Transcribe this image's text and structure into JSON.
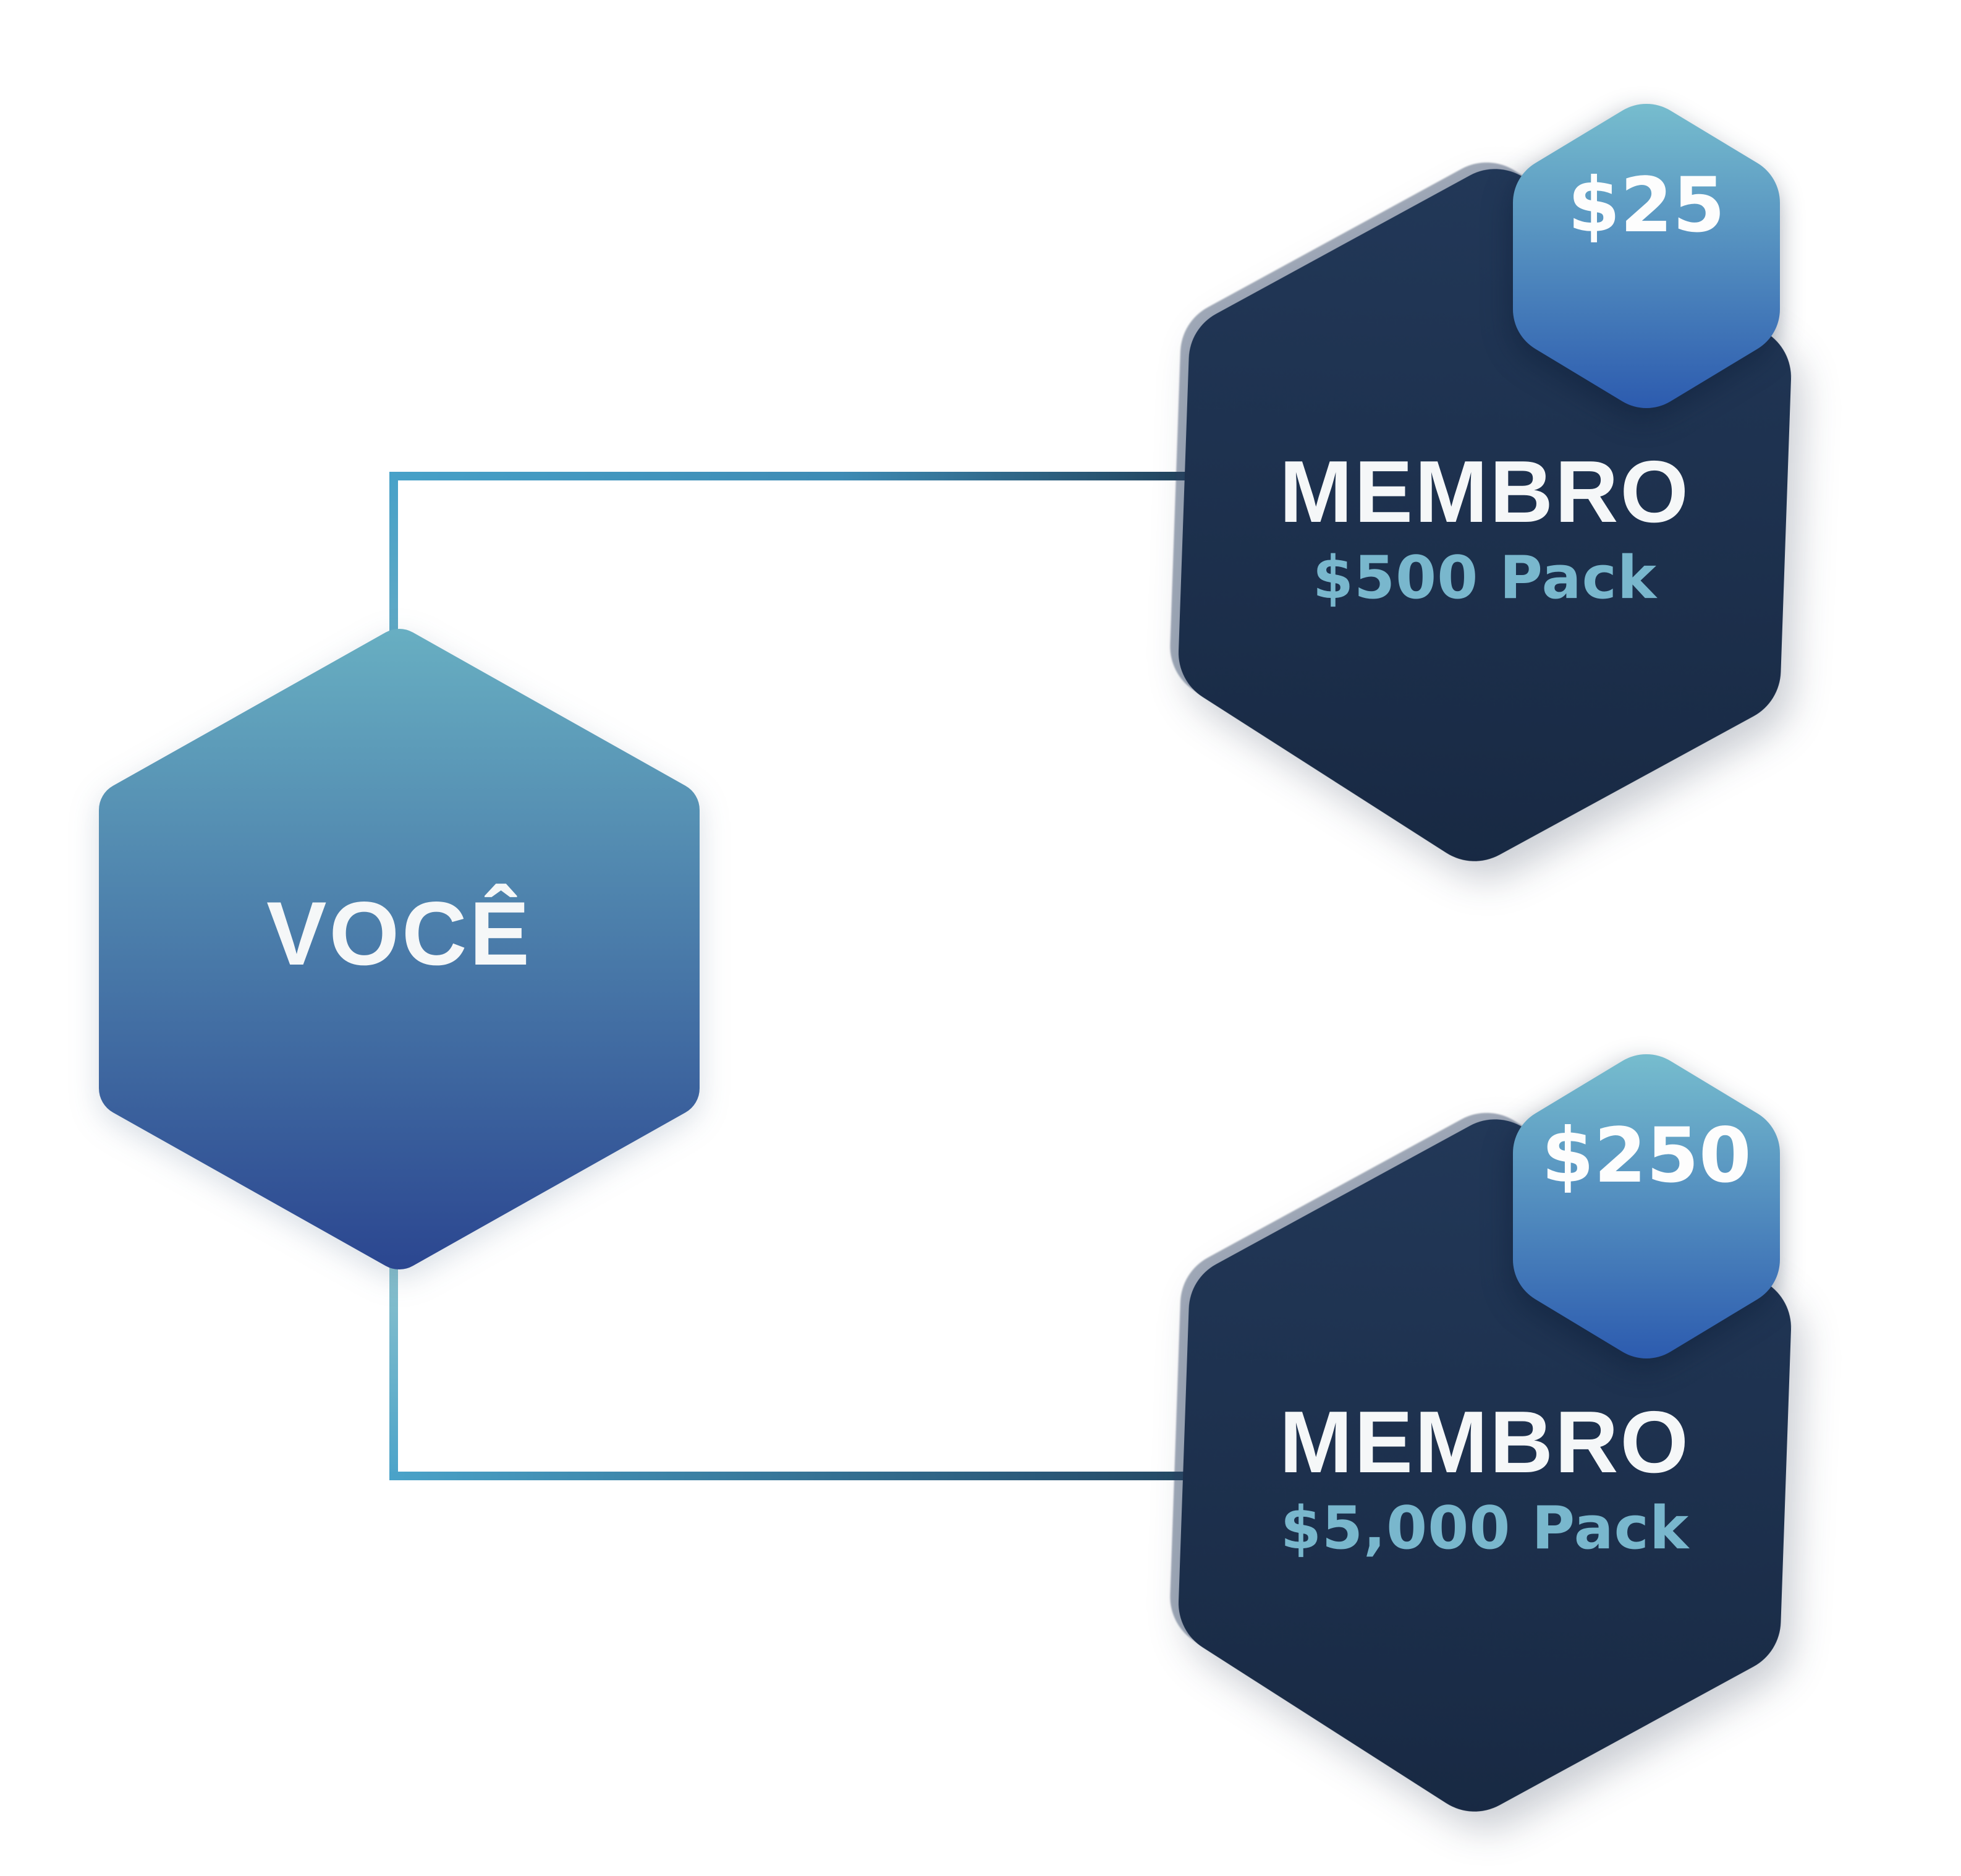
{
  "you": {
    "label": "VOCÊ"
  },
  "members": [
    {
      "title": "MEMBRO",
      "pack": "$500 Pack",
      "badge": "$25"
    },
    {
      "title": "MEMBRO",
      "pack": "$5,000 Pack",
      "badge": "$250"
    }
  ],
  "colors": {
    "background": "#FFFFFF",
    "you_gradient_top": "#68AFC2",
    "you_gradient_bottom": "#2B4690",
    "member_gradient_top": "#223858",
    "member_gradient_bottom": "#182943",
    "badge_gradient_top": "#79C0CF",
    "badge_gradient_bottom": "#2A58AE",
    "title_text": "#F5F7F8",
    "pack_text": "#79B7CD",
    "connector_light": "#47A1C8",
    "connector_dark": "#1F3D55"
  }
}
